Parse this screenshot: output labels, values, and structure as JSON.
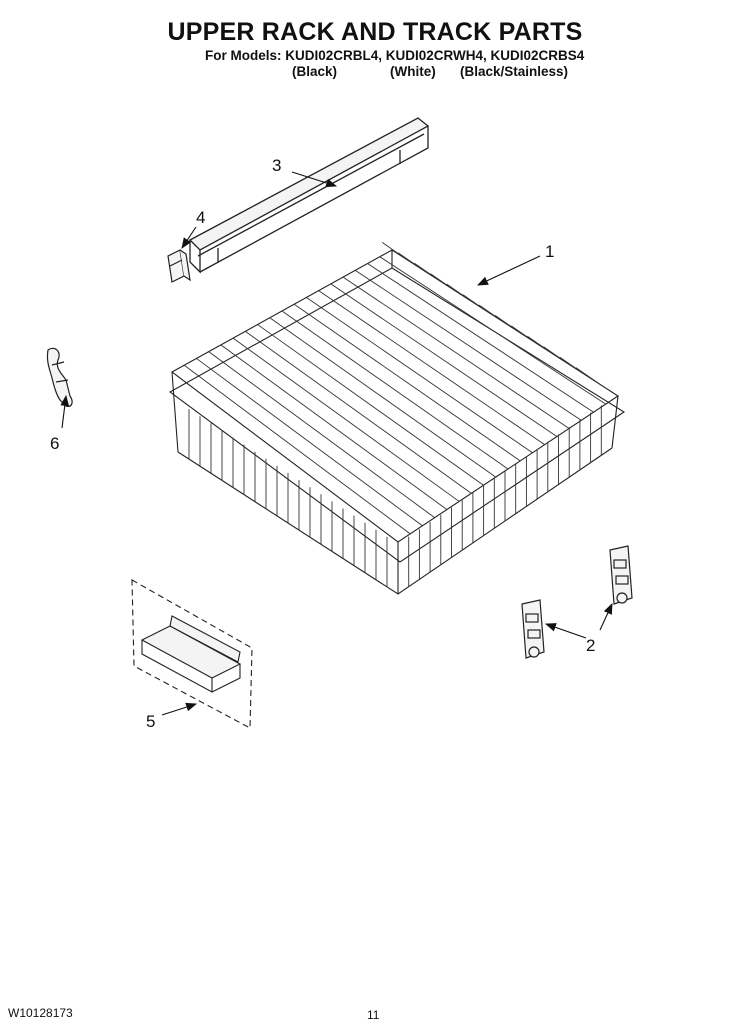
{
  "header": {
    "title": "UPPER RACK AND TRACK PARTS",
    "models_line": "For Models: KUDI02CRBL4, KUDI02CRWH4, KUDI02CRBS4",
    "finishes": [
      "(Black)",
      "(White)",
      "(Black/Stainless)"
    ]
  },
  "callouts": [
    "1",
    "2",
    "3",
    "4",
    "5",
    "6"
  ],
  "footer": {
    "doc_number": "W10128173",
    "page_number": "11"
  }
}
